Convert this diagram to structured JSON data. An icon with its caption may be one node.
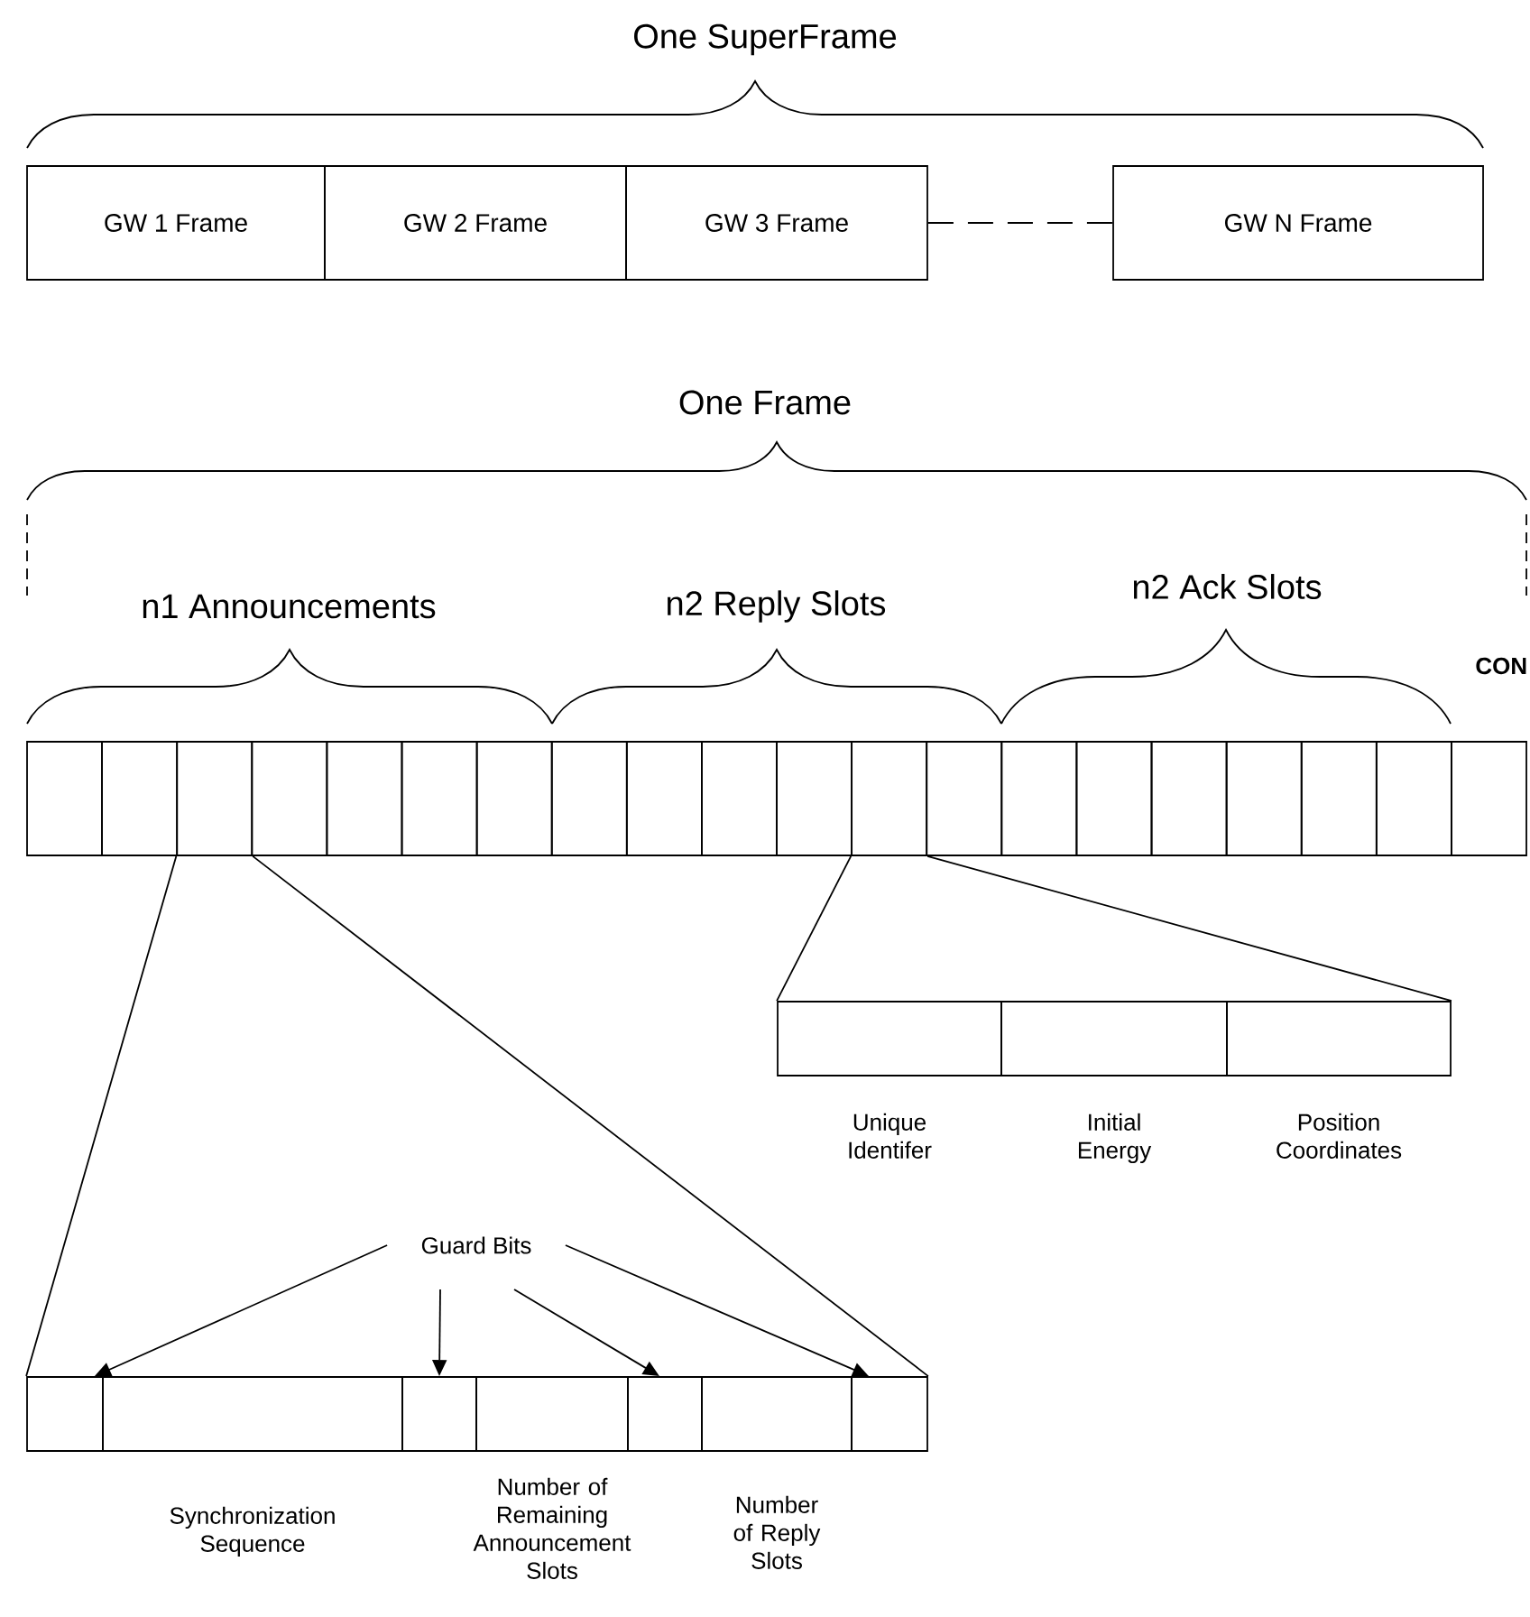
{
  "diagram": {
    "nodes": [
      {
        "text": [
          "GW 1 Frame"
        ]
      },
      {
        "text": [
          "GW 2 Frame"
        ]
      },
      {
        "text": [
          "GW 3 Frame"
        ]
      },
      {
        "text": [
          "GW N Frame"
        ]
      },
      {
        "text": [],
        "shape": "box"
      },
      {
        "text": [],
        "shape": "box"
      },
      {
        "text": [],
        "shape": "box"
      },
      {
        "text": [],
        "shape": "box"
      },
      {
        "text": [],
        "shape": "box"
      },
      {
        "text": [],
        "shape": "box"
      },
      {
        "text": [],
        "shape": "box"
      },
      {
        "text": [],
        "shape": "box"
      },
      {
        "text": [],
        "shape": "box"
      },
      {
        "text": [],
        "shape": "box"
      },
      {
        "text": [],
        "shape": "box"
      },
      {
        "text": [],
        "shape": "box"
      },
      {
        "text": [],
        "shape": "box"
      },
      {
        "text": [],
        "shape": "box"
      },
      {
        "text": [],
        "shape": "box"
      },
      {
        "text": [],
        "shape": "box"
      },
      {
        "text": [],
        "shape": "box"
      },
      {
        "text": [],
        "shape": "box"
      },
      {
        "text": [],
        "shape": "box"
      },
      {
        "text": [],
        "shape": "box"
      },
      {
        "text": [],
        "shape": "box",
        "beside": [
          "Unique Identifer"
        ]
      },
      {
        "text": [],
        "shape": "box",
        "beside": [
          "Initial Energy"
        ]
      },
      {
        "text": [],
        "shape": "box",
        "beside": [
          "Position Coordinates"
        ]
      },
      {
        "text": [
          "Guard Bits"
        ]
      },
      {
        "text": [],
        "shape": "box"
      },
      {
        "text": [],
        "shape": "box",
        "beside": [
          "Synchronization Sequence"
        ]
      },
      {
        "text": [],
        "shape": "box"
      },
      {
        "text": [],
        "shape": "box",
        "beside": [
          "Number of Remaining Announcement Slots"
        ]
      },
      {
        "text": [],
        "shape": "box"
      },
      {
        "text": [],
        "shape": "box",
        "beside": [
          "Number of Reply Slots"
        ]
      },
      {
        "text": [],
        "shape": "box"
      }
    ],
    "edges": [
      {
        "from": 2,
        "to": 3,
        "arrow": "none",
        "style": "dashed"
      },
      {
        "from": 6,
        "to": 28,
        "arrow": "none"
      },
      {
        "from": 6,
        "to": 34,
        "arrow": "none"
      },
      {
        "from": 15,
        "to": 24,
        "arrow": "none"
      },
      {
        "from": 15,
        "to": 26,
        "arrow": "none"
      },
      {
        "from": 27,
        "to": 28,
        "arrow": "to"
      },
      {
        "from": 27,
        "to": 30,
        "arrow": "to"
      },
      {
        "from": 27,
        "to": 32,
        "arrow": "to"
      },
      {
        "from": 27,
        "to": 34,
        "arrow": "to"
      }
    ],
    "labels": [
      "One SuperFrame",
      "One Frame",
      "n1 Announcements",
      "n2 Reply Slots",
      "n2 Ack Slots",
      "CON"
    ]
  }
}
